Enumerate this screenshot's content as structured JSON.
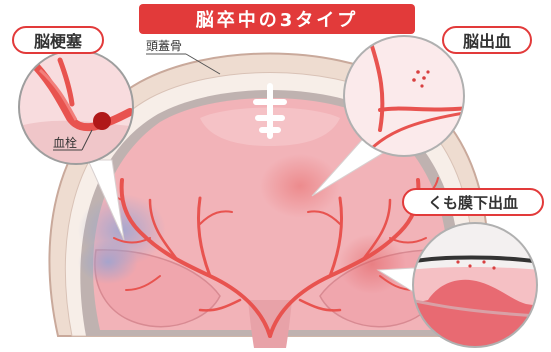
{
  "title": "脳卒中の3タイプ",
  "types": {
    "infarction": "脳梗塞",
    "hemorrhage": "脳出血",
    "subarachnoid": "くも膜下出血"
  },
  "labels": {
    "skull": "頭蓋骨",
    "thrombus": "血栓"
  },
  "colors": {
    "accent": "#e23a3a",
    "brain": "#f2b3b8",
    "vessel": "#e8534f",
    "skull": "#eedcd0"
  }
}
